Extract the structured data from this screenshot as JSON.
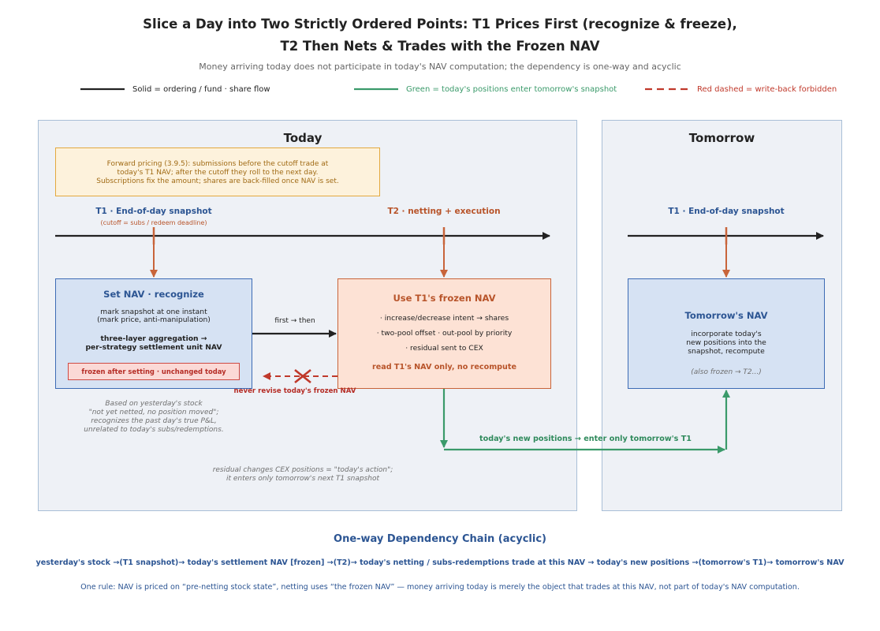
{
  "title": {
    "line1": "Slice a Day into Two Strictly Ordered Points: T1 Prices First (recognize & freeze),",
    "line2": "T2 Then Nets & Trades with the Frozen NAV"
  },
  "subtitle": "Money arriving today does not participate in today's NAV computation; the dependency is one-way and acyclic",
  "legend": {
    "solid": "Solid = ordering / fund · share flow",
    "green": "Green = today's positions enter tomorrow's snapshot",
    "red": "Red dashed = write-back forbidden"
  },
  "colors": {
    "black_line": "#222222",
    "green": "#3a9a6a",
    "red": "#c0392b",
    "orange": "#c8643a",
    "blue": "#2c5593",
    "panel_bg": "#eef1f6"
  },
  "today": {
    "title": "Today",
    "note": {
      "line1": "Forward pricing (3.9.5): submissions before the cutoff trade at",
      "line2": "today's T1 NAV; after the cutoff they roll to the next day.",
      "line3": "Subscriptions fix the amount; shares are back-filled once NAV is set."
    },
    "t1_label": "T1 · End-of-day snapshot",
    "t1_sub": "(cutoff = subs / redeem deadline)",
    "t2_label": "T2 · netting + execution",
    "set_nav": {
      "title": "Set NAV · recognize",
      "line1": "mark snapshot at one instant",
      "line2": "(mark price, anti-manipulation)",
      "bold1": "three-layer aggregation →",
      "bold2": "per-strategy settlement unit NAV",
      "badge": "frozen after setting · unchanged today"
    },
    "first_then": "first → then",
    "never_revise": "never revise today's frozen NAV",
    "use_nav": {
      "title": "Use T1's frozen NAV",
      "item1": "· increase/decrease intent → shares",
      "item2": "· two-pool offset · out-pool by priority",
      "item3": "· residual sent to CEX",
      "footer": "read T1's NAV only, no recompute"
    },
    "stock_note": {
      "line1": "Based on yesterday's stock",
      "line2": "\"not yet netted, no position moved\";",
      "line3": "recognizes the past day's true P&L,",
      "line4": "unrelated to today's subs/redemptions."
    },
    "residual_note": {
      "line1": "residual changes CEX positions = \"today's action\";",
      "line2": "it enters only tomorrow's next T1 snapshot"
    },
    "green_label": "today's new positions → enter only tomorrow's T1"
  },
  "tomorrow": {
    "title": "Tomorrow",
    "t1_label": "T1 · End-of-day snapshot",
    "nav_box": {
      "title": "Tomorrow's NAV",
      "line1": "incorporate today's",
      "line2": "new positions into the",
      "line3": "snapshot, recompute",
      "note": "(also frozen → T2...)"
    }
  },
  "chain": {
    "title": "One-way Dependency Chain (acyclic)",
    "text": "yesterday's stock →(T1 snapshot)→ today's settlement NAV [frozen] →(T2)→ today's netting / subs-redemptions trade at this NAV → today's new positions →(tomorrow's T1)→ tomorrow's NAV",
    "rule": "One rule: NAV is priced on “pre-netting stock state”, netting uses “the frozen NAV” — money arriving today is merely the object that trades at this NAV, not part of today's NAV computation."
  }
}
